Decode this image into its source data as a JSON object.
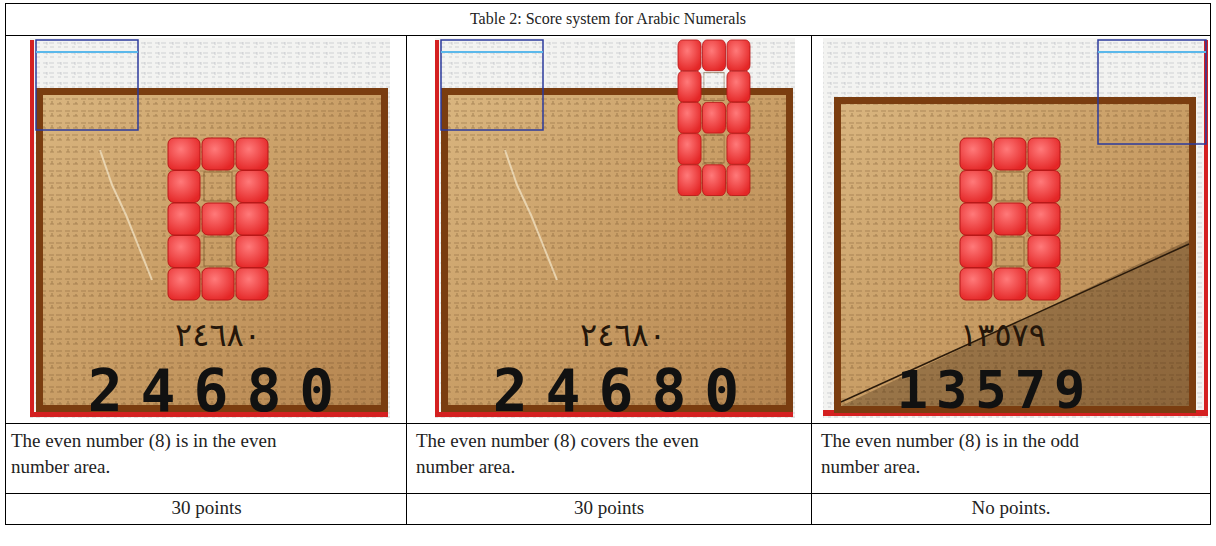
{
  "diagram": {
    "title": "Table 2: Score system for Arabic Numerals",
    "labels": [
      "٢٤٦٨٠",
      "24680",
      "٢٤٦٨٠",
      "24680",
      "١٣٥٧٩",
      "13579",
      "The even number (8) is in the even number area.",
      "The even number (8) covers the even number area.",
      "The even number (8) is in the odd number area.",
      "30 points",
      "30 points",
      "No points."
    ]
  }
}
